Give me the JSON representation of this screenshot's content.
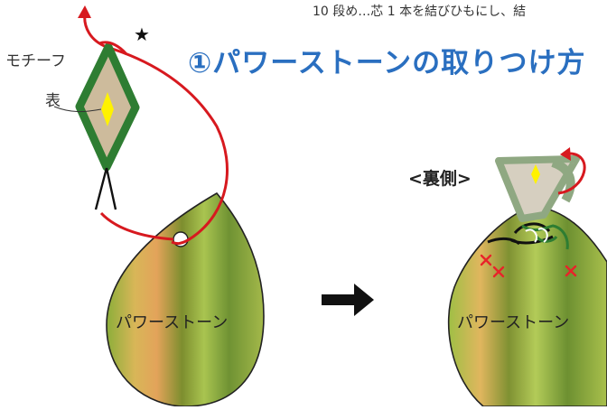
{
  "top_note": "10 段め…芯 1 本を結びひもにし、結",
  "title": "①パワーストーンの取りつけ方",
  "labels": {
    "motif": "モチーフ",
    "front": "表",
    "back": "<裏側>",
    "star": "★",
    "stone_left": "パワーストーン",
    "stone_right": "パワーストーン"
  },
  "colors": {
    "title": "#2a6fc0",
    "cord_red": "#d7191f",
    "motif_green": "#2e7d32",
    "motif_fill": "#cdbb9c",
    "diamond_yellow": "#fff200",
    "arrow_black": "#111111",
    "cross_red": "#e8232a"
  }
}
